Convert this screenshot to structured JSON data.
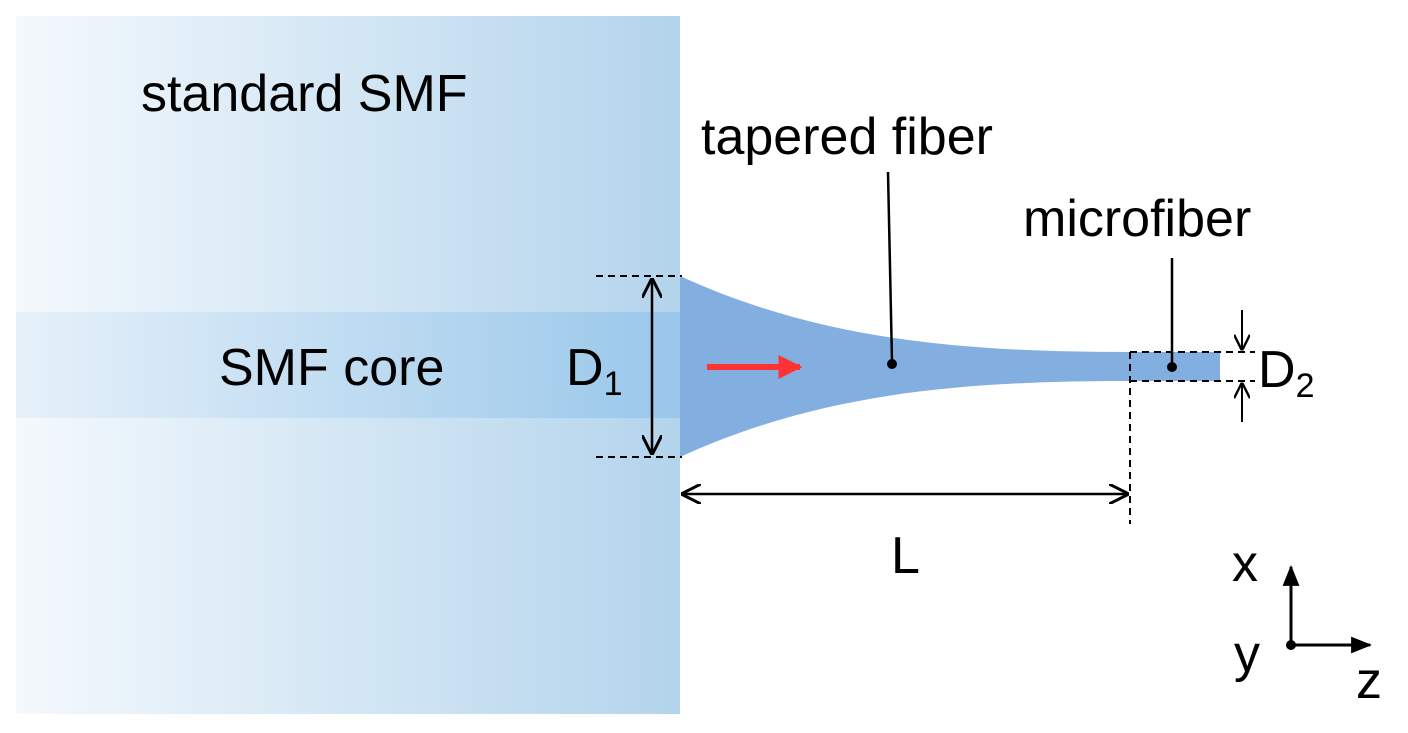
{
  "labels": {
    "fiber": "standard SMF",
    "core": "SMF core",
    "taper": "tapered fiber",
    "micro": "microfiber",
    "d1_main": "D",
    "d1_sub": "1",
    "d2_main": "D",
    "d2_sub": "2",
    "length": "L",
    "axis_x": "x",
    "axis_y": "y",
    "axis_z": "z"
  },
  "colors": {
    "cladding_left": "#f4f9fd",
    "cladding_right": "#b3d4ec",
    "core_left": "#e6f1fa",
    "core_right": "#99c7ea",
    "taper": "#83aee0",
    "arrow": "#ff3333",
    "line": "#000000"
  }
}
